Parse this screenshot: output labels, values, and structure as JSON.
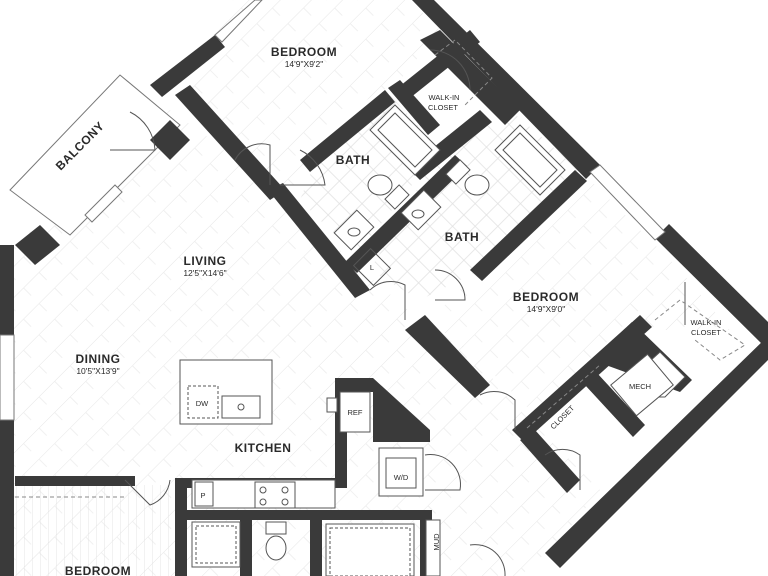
{
  "plan": {
    "rooms": {
      "bedroom_top": {
        "name": "BEDROOM",
        "dim": "14'9\"X9'2\""
      },
      "balcony": {
        "name": "BALCONY"
      },
      "walkin_closet_top": {
        "name_line1": "WALK-IN",
        "name_line2": "CLOSET"
      },
      "bath_left": {
        "name": "BATH"
      },
      "bath_right": {
        "name": "BATH"
      },
      "living": {
        "name": "LIVING",
        "dim": "12'5\"X14'6\""
      },
      "bedroom_right": {
        "name": "BEDROOM",
        "dim": "14'9\"X9'0\""
      },
      "walkin_closet_right": {
        "name_line1": "WALK-IN",
        "name_line2": "CLOSET"
      },
      "dining": {
        "name": "DINING",
        "dim": "10'5\"X13'9\""
      },
      "mech": {
        "name": "MECH"
      },
      "closet": {
        "name": "CLOSET"
      },
      "kitchen": {
        "name": "KITCHEN"
      },
      "bedroom_bottom": {
        "name": "BEDROOM"
      }
    },
    "fixtures": {
      "dishwasher": "DW",
      "refrigerator": "REF",
      "washer_dryer": "W/D",
      "pantry": "P",
      "linen": "L",
      "mud": "MUD"
    },
    "colors": {
      "wall": "#3a3a3a",
      "floor_line": "#e4e4e4",
      "fixture_line": "#555555"
    }
  }
}
